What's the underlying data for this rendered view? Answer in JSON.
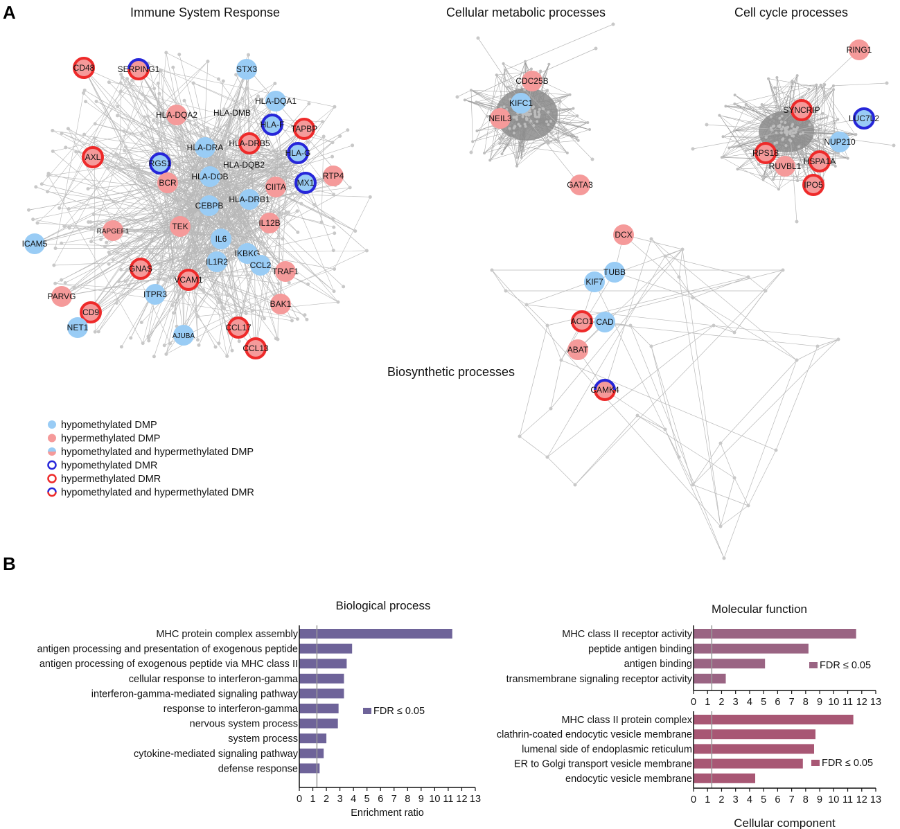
{
  "panels": {
    "a_label": "A",
    "b_label": "B"
  },
  "colors": {
    "hypo_fill": "#99ccf5",
    "hyper_fill": "#f59a9a",
    "hypo_ring": "#2626d9",
    "hyper_ring": "#ee2a2a",
    "edge": "#b8b8b8",
    "bp_bar": "#6e6399",
    "mf_bar": "#9a6483",
    "cc_bar": "#a85774"
  },
  "networks": {
    "immune": {
      "title": "Immune System Response"
    },
    "metabolic": {
      "title": "Cellular metabolic processes"
    },
    "cellcycle": {
      "title": "Cell cycle processes"
    },
    "biosynthetic": {
      "title": "Biosynthetic processes"
    }
  },
  "legend": [
    {
      "label": "hypomethylated DMP",
      "type": "hypo-dmp"
    },
    {
      "label": "hypermethylated DMP",
      "type": "hyper-dmp"
    },
    {
      "label": "hypomethylated and hypermethylated DMP",
      "type": "both-dmp"
    },
    {
      "label": "hypomethylated DMR",
      "type": "hypo-dmr"
    },
    {
      "label": "hypermethylated DMR",
      "type": "hyper-dmr"
    },
    {
      "label": "hypomethylated and hypermethylated DMR",
      "type": "both-dmr"
    }
  ],
  "genes": [
    {
      "name": "CD48",
      "fill": "hyper",
      "ring": "hyper"
    },
    {
      "name": "SERPING1",
      "fill": "hyper",
      "ring": "both"
    },
    {
      "name": "STX3",
      "fill": "hypo",
      "ring": "none"
    },
    {
      "name": "HLA-DQA1",
      "fill": "hypo",
      "ring": "none"
    },
    {
      "name": "HLA-DQA2",
      "fill": "hyper",
      "ring": "none"
    },
    {
      "name": "HLA-DMB",
      "fill": "none",
      "ring": "none"
    },
    {
      "name": "HLA-F",
      "fill": "hypo",
      "ring": "hypo"
    },
    {
      "name": "TAPBP",
      "fill": "hyper",
      "ring": "hyper"
    },
    {
      "name": "HLA-DRB5",
      "fill": "hyper",
      "ring": "hyper"
    },
    {
      "name": "HLA-DRA",
      "fill": "hypo",
      "ring": "none"
    },
    {
      "name": "HLA-G",
      "fill": "hypo",
      "ring": "hypo"
    },
    {
      "name": "AXL",
      "fill": "hyper",
      "ring": "hyper"
    },
    {
      "name": "RGS1",
      "fill": "hypo",
      "ring": "hypo"
    },
    {
      "name": "HLA-DQB2",
      "fill": "none",
      "ring": "none"
    },
    {
      "name": "RTP4",
      "fill": "hyper",
      "ring": "none"
    },
    {
      "name": "BCR",
      "fill": "hyper",
      "ring": "none"
    },
    {
      "name": "HLA-DOB",
      "fill": "hypo",
      "ring": "none"
    },
    {
      "name": "MX1",
      "fill": "hypo",
      "ring": "hypo"
    },
    {
      "name": "CIITA",
      "fill": "hyper",
      "ring": "none"
    },
    {
      "name": "HLA-DRB1",
      "fill": "hypo",
      "ring": "none"
    },
    {
      "name": "CEBPB",
      "fill": "hypo",
      "ring": "none"
    },
    {
      "name": "RAPGEF1",
      "fill": "hyper",
      "ring": "none"
    },
    {
      "name": "TEK",
      "fill": "hyper",
      "ring": "none"
    },
    {
      "name": "IL12B",
      "fill": "hyper",
      "ring": "none"
    },
    {
      "name": "ICAM5",
      "fill": "hypo",
      "ring": "none"
    },
    {
      "name": "IL6",
      "fill": "hypo",
      "ring": "none"
    },
    {
      "name": "IKBKG",
      "fill": "hypo",
      "ring": "none"
    },
    {
      "name": "GNAS",
      "fill": "hyper",
      "ring": "hyper"
    },
    {
      "name": "IL1R2",
      "fill": "hypo",
      "ring": "none"
    },
    {
      "name": "CCL2",
      "fill": "hypo",
      "ring": "none"
    },
    {
      "name": "TRAF1",
      "fill": "hyper",
      "ring": "none"
    },
    {
      "name": "VCAM1",
      "fill": "hyper",
      "ring": "hyper"
    },
    {
      "name": "PARVG",
      "fill": "hyper",
      "ring": "none"
    },
    {
      "name": "ITPR3",
      "fill": "hypo",
      "ring": "none"
    },
    {
      "name": "CD9",
      "fill": "hyper",
      "ring": "hyper"
    },
    {
      "name": "BAK1",
      "fill": "hyper",
      "ring": "none"
    },
    {
      "name": "NET1",
      "fill": "hypo",
      "ring": "none"
    },
    {
      "name": "CCL17",
      "fill": "hyper",
      "ring": "hyper"
    },
    {
      "name": "AJUBA",
      "fill": "hypo",
      "ring": "none"
    },
    {
      "name": "CCL13",
      "fill": "hyper",
      "ring": "hyper"
    },
    {
      "name": "CDC25B",
      "fill": "hyper",
      "ring": "none"
    },
    {
      "name": "KIFC1",
      "fill": "hypo",
      "ring": "none"
    },
    {
      "name": "NEIL3",
      "fill": "hyper",
      "ring": "none"
    },
    {
      "name": "GATA3",
      "fill": "hyper",
      "ring": "none"
    },
    {
      "name": "RING1",
      "fill": "hyper",
      "ring": "none"
    },
    {
      "name": "SYNCRIP",
      "fill": "hyper",
      "ring": "hyper"
    },
    {
      "name": "LUC7L2",
      "fill": "hypo",
      "ring": "hypo"
    },
    {
      "name": "NUP210",
      "fill": "hypo",
      "ring": "none"
    },
    {
      "name": "RPS18",
      "fill": "hyper",
      "ring": "hyper"
    },
    {
      "name": "HSPA1A",
      "fill": "hyper",
      "ring": "hyper"
    },
    {
      "name": "RUVBL1",
      "fill": "hyper",
      "ring": "none"
    },
    {
      "name": "IPO5",
      "fill": "hyper",
      "ring": "hyper"
    },
    {
      "name": "DCX",
      "fill": "hyper",
      "ring": "none"
    },
    {
      "name": "TUBB",
      "fill": "hypo",
      "ring": "none"
    },
    {
      "name": "KIF7",
      "fill": "hypo",
      "ring": "none"
    },
    {
      "name": "ACO1",
      "fill": "hyper",
      "ring": "hyper"
    },
    {
      "name": "CAD",
      "fill": "hypo",
      "ring": "none"
    },
    {
      "name": "ABAT",
      "fill": "hyper",
      "ring": "none"
    },
    {
      "name": "CAMK4",
      "fill": "hyper",
      "ring": "both"
    }
  ],
  "fdr_label": "FDR ≤ 0.05",
  "chart_data": [
    {
      "type": "bar",
      "orientation": "horizontal",
      "title": "Biological process",
      "xlabel": "Enrichment ratio",
      "xlim": [
        0,
        13
      ],
      "xticks": [
        0,
        1,
        2,
        3,
        4,
        5,
        6,
        7,
        8,
        9,
        10,
        11,
        12,
        13
      ],
      "fdr_line": 1.3,
      "categories": [
        "MHC protein complex assembly",
        "antigen processing and presentation of exogenous peptide",
        "antigen processing of exogenous peptide via MHC class II",
        "cellular response to interferon-gamma",
        "interferon-gamma-mediated signaling pathway",
        "response to interferon-gamma",
        "nervous system process",
        "system process",
        "cytokine-mediated signaling pathway",
        "defense response"
      ],
      "values": [
        11.3,
        3.9,
        3.5,
        3.3,
        3.3,
        2.9,
        2.85,
        2.0,
        1.8,
        1.5
      ]
    },
    {
      "type": "bar",
      "orientation": "horizontal",
      "title": "Molecular function",
      "xlabel": "",
      "xlim": [
        0,
        13
      ],
      "xticks": [
        0,
        1,
        2,
        3,
        4,
        5,
        6,
        7,
        8,
        9,
        10,
        11,
        12,
        13
      ],
      "fdr_line": 1.3,
      "categories": [
        "MHC class II receptor activity",
        "peptide antigen binding",
        "antigen binding",
        "transmembrane signaling receptor activity"
      ],
      "values": [
        11.6,
        8.2,
        5.1,
        2.3
      ]
    },
    {
      "type": "bar",
      "orientation": "horizontal",
      "title": "",
      "xlabel": "Cellular component",
      "xlim": [
        0,
        13
      ],
      "xticks": [
        0,
        1,
        2,
        3,
        4,
        5,
        6,
        7,
        8,
        9,
        10,
        11,
        12,
        13
      ],
      "fdr_line": 1.3,
      "categories": [
        "MHC class II protein complex",
        "clathrin-coated endocytic vesicle membrane",
        "lumenal side of endoplasmic reticulum",
        "ER to Golgi transport vesicle membrane",
        "endocytic vesicle membrane"
      ],
      "values": [
        11.4,
        8.7,
        8.6,
        7.8,
        4.4
      ]
    }
  ]
}
